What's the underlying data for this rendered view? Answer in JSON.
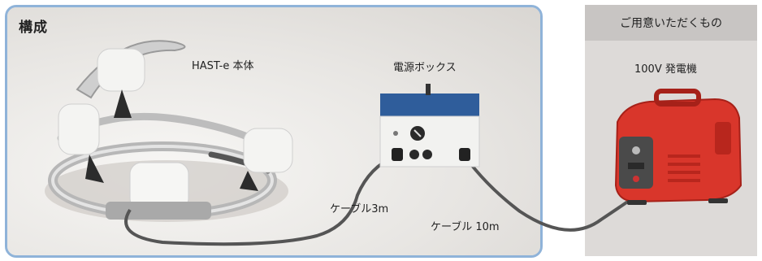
{
  "config_panel": {
    "title": "構成",
    "device_label": "HAST-e 本体",
    "power_box_label": "電源ボックス",
    "cable_short_label": "ケーブル3m",
    "cable_long_label": "ケーブル 10m"
  },
  "user_panel": {
    "header": "ご用意いただくもの",
    "generator_label": "100V 発電機"
  },
  "colors": {
    "panel_border": "#8fb3d9",
    "generator_red": "#d9362b",
    "power_box_blue": "#2f5d9b",
    "cable": "#555555"
  }
}
